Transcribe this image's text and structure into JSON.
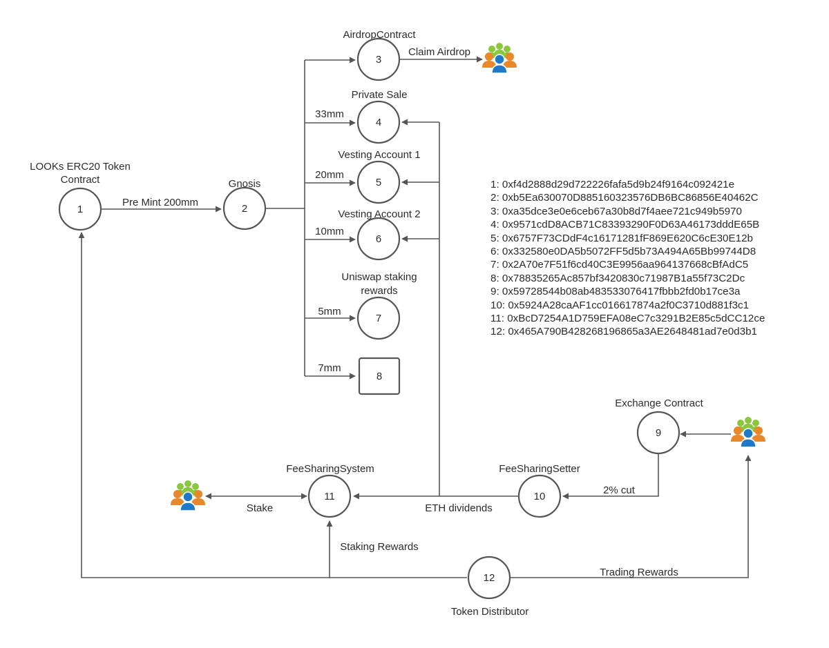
{
  "nodes": [
    {
      "id": "1",
      "label": "1",
      "title_lines": [
        "LOOKs ERC20 Token",
        "Contract"
      ]
    },
    {
      "id": "2",
      "label": "2",
      "title_lines": [
        "Gnosis"
      ]
    },
    {
      "id": "3",
      "label": "3",
      "title_lines": [
        "AirdropContract"
      ]
    },
    {
      "id": "4",
      "label": "4",
      "title_lines": [
        "Private Sale"
      ]
    },
    {
      "id": "5",
      "label": "5",
      "title_lines": [
        "Vesting Account 1"
      ]
    },
    {
      "id": "6",
      "label": "6",
      "title_lines": [
        "Vesting Account 2"
      ]
    },
    {
      "id": "7",
      "label": "7",
      "title_lines": [
        "Uniswap staking",
        "rewards"
      ]
    },
    {
      "id": "8",
      "label": "8",
      "title_lines": []
    },
    {
      "id": "9",
      "label": "9",
      "title_lines": [
        "Exchange Contract"
      ]
    },
    {
      "id": "10",
      "label": "10",
      "title_lines": [
        "FeeSharingSetter"
      ]
    },
    {
      "id": "11",
      "label": "11",
      "title_lines": [
        "FeeSharingSystem"
      ]
    },
    {
      "id": "12",
      "label": "12",
      "title_lines": [
        "Token Distributor"
      ]
    }
  ],
  "edges": [
    {
      "from": "1",
      "to": "2",
      "label": "Pre Mint 200mm"
    },
    {
      "from": "2",
      "to": "3",
      "label": ""
    },
    {
      "from": "2",
      "to": "4",
      "label": "33mm"
    },
    {
      "from": "2",
      "to": "5",
      "label": "20mm"
    },
    {
      "from": "2",
      "to": "6",
      "label": "10mm"
    },
    {
      "from": "2",
      "to": "7",
      "label": "5mm"
    },
    {
      "from": "2",
      "to": "8",
      "label": "7mm"
    },
    {
      "from": "3",
      "to": "users-airdrop",
      "label": "Claim Airdrop"
    },
    {
      "from": "users-exchange",
      "to": "9",
      "label": ""
    },
    {
      "from": "9",
      "to": "10",
      "label": "2% cut"
    },
    {
      "from": "10",
      "to": "11",
      "label": "ETH dividends"
    },
    {
      "from": "10",
      "to": "4",
      "label": ""
    },
    {
      "from": "10",
      "to": "5",
      "label": ""
    },
    {
      "from": "10",
      "to": "6",
      "label": ""
    },
    {
      "from": "users-stake",
      "to": "11",
      "label": "Stake"
    },
    {
      "from": "12",
      "to": "11",
      "label": "Staking Rewards"
    },
    {
      "from": "12",
      "to": "1",
      "label": ""
    },
    {
      "from": "12",
      "to": "users-exchange",
      "label": "Trading Rewards"
    }
  ],
  "user_groups": [
    {
      "id": "users-airdrop",
      "icon": "user-group-icon"
    },
    {
      "id": "users-exchange",
      "icon": "user-group-icon"
    },
    {
      "id": "users-stake",
      "icon": "user-group-icon"
    }
  ],
  "addresses": [
    "1: 0xf4d2888d29d722226fafa5d9b24f9164c092421e",
    "2: 0xb5Ea630070D885160323576DB6BC86856E40462C",
    "3: 0xa35dce3e0e6ceb67a30b8d7f4aee721c949b5970",
    "4: 0x9571cdD8ACB71C83393290F0D63A46173dddE65B",
    "5: 0x6757F73CDdF4c16171281fF869E620C6cE30E12b",
    "6: 0x332580e0DA5b5072FF5d5b73A494A65Bb99744D8",
    "7: 0x2A70e7F51f6cd40C3E9956aa964137668cBfAdC5",
    "8: 0x78835265Ac857bf3420830c71987B1a55f73C2Dc",
    "9: 0x59728544b08ab483533076417fbbb2fd0b17ce3a",
    "10: 0x5924A28caAF1cc016617874a2f0C3710d881f3c1",
    "11: 0xBcD7254A1D759EFA08eC7c3291B2E85c5dCC12ce",
    "12: 0x465A790B428268196865a3AE2648481ad7e0d3b1"
  ],
  "colors": {
    "line": "#555555",
    "text": "#2b2b2b",
    "user_orange": "#e8882a",
    "user_green": "#8cc63f",
    "user_blue": "#1f78c8"
  }
}
